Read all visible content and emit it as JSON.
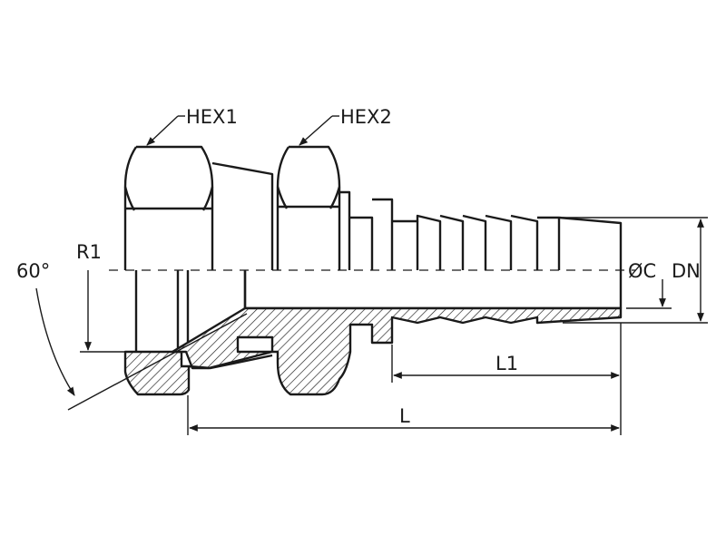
{
  "labels": {
    "hex1": "HEX1",
    "hex2": "HEX2",
    "angle": "60°",
    "r1": "R1",
    "oc": "ØC",
    "dn": "DN",
    "l1": "L1",
    "l": "L"
  },
  "colors": {
    "line": "#1a1a1a",
    "background": "#ffffff"
  }
}
